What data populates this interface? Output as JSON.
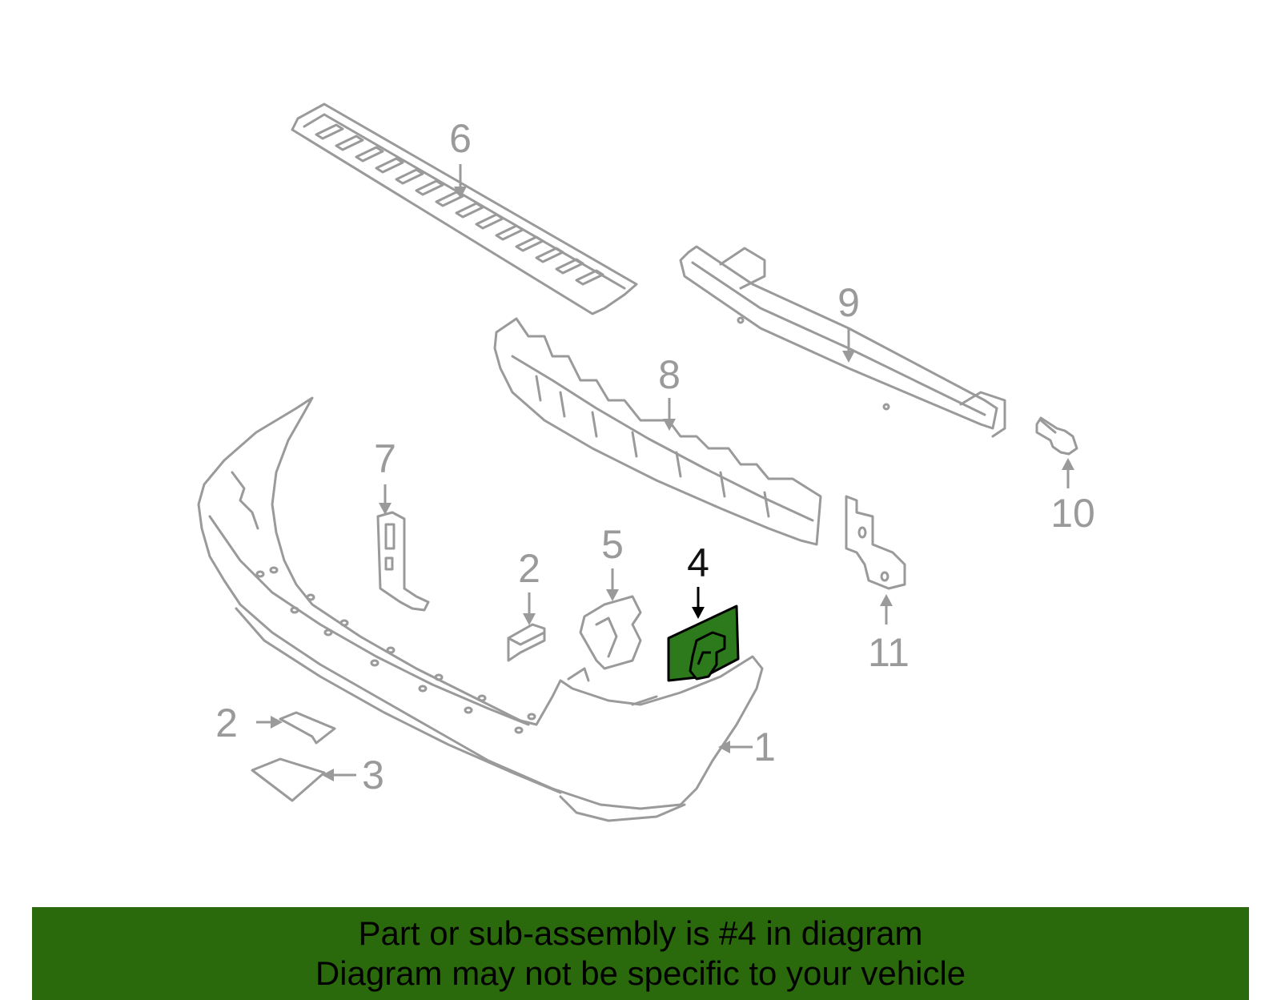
{
  "diagram": {
    "highlighted_part": "4",
    "callouts": {
      "c1": "1",
      "c2a": "2",
      "c2b": "2",
      "c3": "3",
      "c4": "4",
      "c5": "5",
      "c6": "6",
      "c7": "7",
      "c8": "8",
      "c9": "9",
      "c10": "10",
      "c11": "11"
    },
    "colors": {
      "outline": "#9a9a9a",
      "highlight": "#2c7a1c",
      "banner": "#2a6a0c"
    }
  },
  "banner": {
    "line1": "Part or sub-assembly is #4 in diagram",
    "line2": "Diagram may not be specific to your vehicle"
  }
}
